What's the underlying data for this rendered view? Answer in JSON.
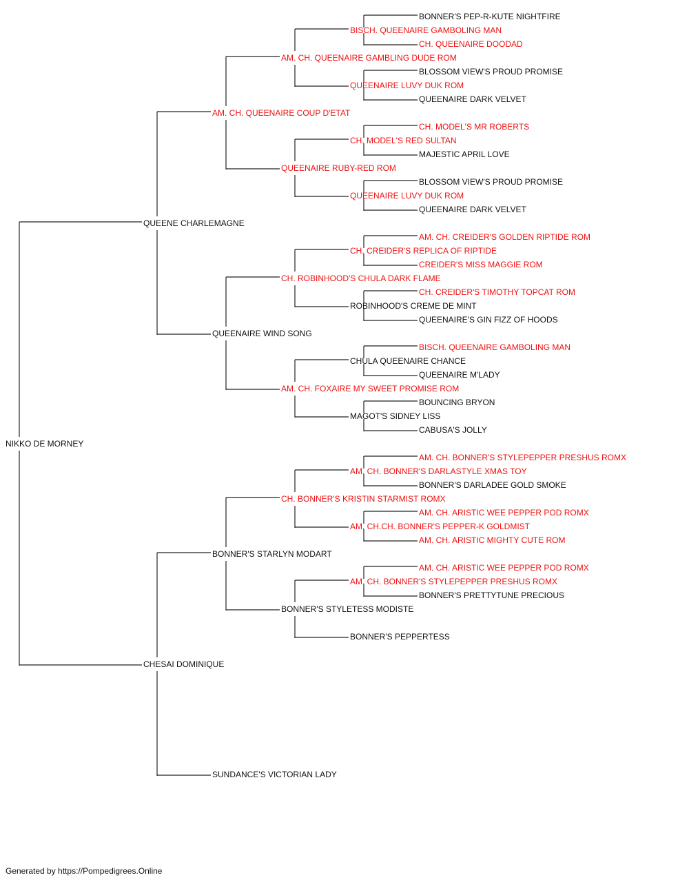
{
  "colors": {
    "champion": "#ee1111",
    "normal": "#111111",
    "line": "#222222"
  },
  "pedigree": [
    {
      "id": "g0",
      "name": "NIKKO DE MORNEY",
      "ch": false
    },
    {
      "id": "s",
      "name": "QUEENE CHARLEMAGNE",
      "ch": false
    },
    {
      "id": "d",
      "name": "CHESAI DOMINIQUE",
      "ch": false
    },
    {
      "id": "ss",
      "name": "AM. CH. QUEENAIRE COUP D'ETAT",
      "ch": true
    },
    {
      "id": "sd",
      "name": "QUEENAIRE WIND SONG",
      "ch": false
    },
    {
      "id": "ds",
      "name": "BONNER'S STARLYN MODART",
      "ch": false
    },
    {
      "id": "dd",
      "name": "SUNDANCE'S VICTORIAN LADY",
      "ch": false
    },
    {
      "id": "sss",
      "name": "AM. CH. QUEENAIRE GAMBLING DUDE ROM",
      "ch": true
    },
    {
      "id": "ssd",
      "name": "QUEENAIRE RUBY-RED ROM",
      "ch": true
    },
    {
      "id": "sds",
      "name": "CH. ROBINHOOD'S CHULA DARK FLAME",
      "ch": true
    },
    {
      "id": "sdd",
      "name": "AM. CH. FOXAIRE MY SWEET PROMISE ROM",
      "ch": true
    },
    {
      "id": "dss",
      "name": "CH. BONNER'S KRISTIN STARMIST ROMX",
      "ch": true
    },
    {
      "id": "dsd",
      "name": "BONNER'S STYLETESS MODISTE",
      "ch": false
    },
    {
      "id": "ssss",
      "name": "BISCH. QUEENAIRE GAMBOLING MAN",
      "ch": true
    },
    {
      "id": "sssd",
      "name": "QUEENAIRE LUVY DUK ROM",
      "ch": true
    },
    {
      "id": "ssds",
      "name": "CH. MODEL'S RED SULTAN",
      "ch": true
    },
    {
      "id": "ssdd",
      "name": "QUEENAIRE LUVY DUK ROM",
      "ch": true
    },
    {
      "id": "sdss",
      "name": "CH. CREIDER'S REPLICA OF RIPTIDE",
      "ch": true
    },
    {
      "id": "sdsd",
      "name": "ROBINHOOD'S CREME DE MINT",
      "ch": false
    },
    {
      "id": "sdds",
      "name": "CHULA QUEENAIRE CHANCE",
      "ch": false
    },
    {
      "id": "sddd",
      "name": "MAGOT'S SIDNEY LISS",
      "ch": false
    },
    {
      "id": "dsss",
      "name": "AM. CH. BONNER'S DARLASTYLE XMAS TOY",
      "ch": true
    },
    {
      "id": "dssd",
      "name": "AM. CH.CH. BONNER'S PEPPER-K GOLDMIST",
      "ch": true
    },
    {
      "id": "dsds",
      "name": "AM. CH. BONNER'S STYLEPEPPER PRESHUS ROMX",
      "ch": true
    },
    {
      "id": "dsdd",
      "name": "BONNER'S PEPPERTESS",
      "ch": false
    },
    {
      "id": "sssss",
      "name": "BONNER'S PEP-R-KUTE NIGHTFIRE",
      "ch": false
    },
    {
      "id": "ssssd",
      "name": "CH. QUEENAIRE DOODAD",
      "ch": true
    },
    {
      "id": "sssds",
      "name": "BLOSSOM VIEW'S PROUD PROMISE",
      "ch": false
    },
    {
      "id": "sssdd",
      "name": "QUEENAIRE DARK VELVET",
      "ch": false
    },
    {
      "id": "ssdss",
      "name": "CH. MODEL'S MR ROBERTS",
      "ch": true
    },
    {
      "id": "ssdsd",
      "name": "MAJESTIC APRIL LOVE",
      "ch": false
    },
    {
      "id": "ssdds",
      "name": "BLOSSOM VIEW'S PROUD PROMISE",
      "ch": false
    },
    {
      "id": "ssddd",
      "name": "QUEENAIRE DARK VELVET",
      "ch": false
    },
    {
      "id": "sdsss",
      "name": "AM. CH. CREIDER'S GOLDEN RIPTIDE ROM",
      "ch": true
    },
    {
      "id": "sdssd",
      "name": "CREIDER'S MISS MAGGIE ROM",
      "ch": true
    },
    {
      "id": "sdsds",
      "name": "CH. CREIDER'S TIMOTHY TOPCAT ROM",
      "ch": true
    },
    {
      "id": "sdsdd",
      "name": "QUEENAIRE'S GIN FIZZ OF HOODS",
      "ch": false
    },
    {
      "id": "sddss",
      "name": "BISCH. QUEENAIRE GAMBOLING MAN",
      "ch": true
    },
    {
      "id": "sddsd",
      "name": "QUEENAIRE M'LADY",
      "ch": false
    },
    {
      "id": "sddds",
      "name": "BOUNCING BRYON",
      "ch": false
    },
    {
      "id": "sdddd",
      "name": "CABUSA'S JOLLY",
      "ch": false
    },
    {
      "id": "dssss",
      "name": "AM. CH. BONNER'S STYLEPEPPER PRESHUS ROMX",
      "ch": true
    },
    {
      "id": "dsssd",
      "name": "BONNER'S DARLADEE GOLD SMOKE",
      "ch": false
    },
    {
      "id": "dssds",
      "name": "AM. CH. ARISTIC WEE PEPPER POD ROMX",
      "ch": true
    },
    {
      "id": "dssdd",
      "name": "AM. CH. ARISTIC MIGHTY CUTE ROM",
      "ch": true
    },
    {
      "id": "dsdss",
      "name": "AM. CH. ARISTIC WEE PEPPER POD ROMX",
      "ch": true
    },
    {
      "id": "dsdsd",
      "name": "BONNER'S PRETTYTUNE PRECIOUS",
      "ch": false
    }
  ],
  "footer": "Generated by https://Pompedigrees.Online"
}
